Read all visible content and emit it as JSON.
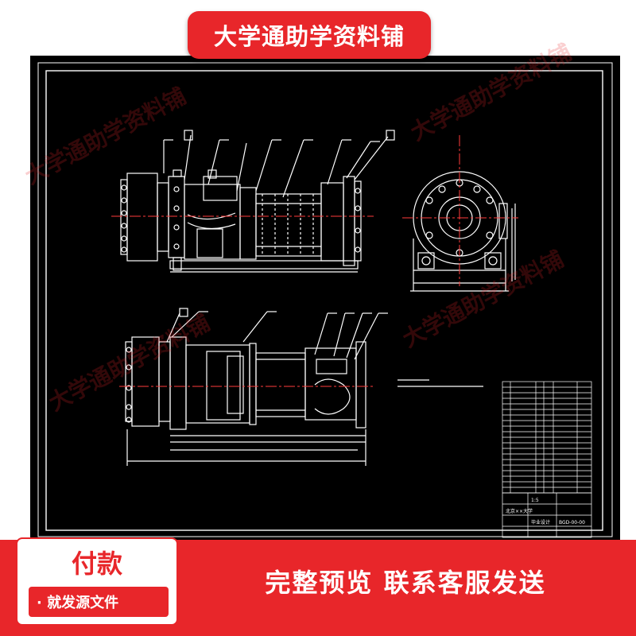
{
  "banner": {
    "title": "大学通助学资料铺"
  },
  "watermark": "大学通助学资料铺",
  "title_block": {
    "school_label": "北京××大学",
    "design_label": "毕业设计",
    "drawing_no": "BGD-00-00",
    "scale": "1:5"
  },
  "payment": {
    "title": "付款",
    "subtitle": "· 就发源文件"
  },
  "footer": {
    "text": "完整预览  联系客服发送"
  },
  "colors": {
    "accent_red": "#e8262a",
    "drawing_bg": "#000000",
    "line_white": "#ffffff",
    "center_red": "#ff3b3b"
  }
}
